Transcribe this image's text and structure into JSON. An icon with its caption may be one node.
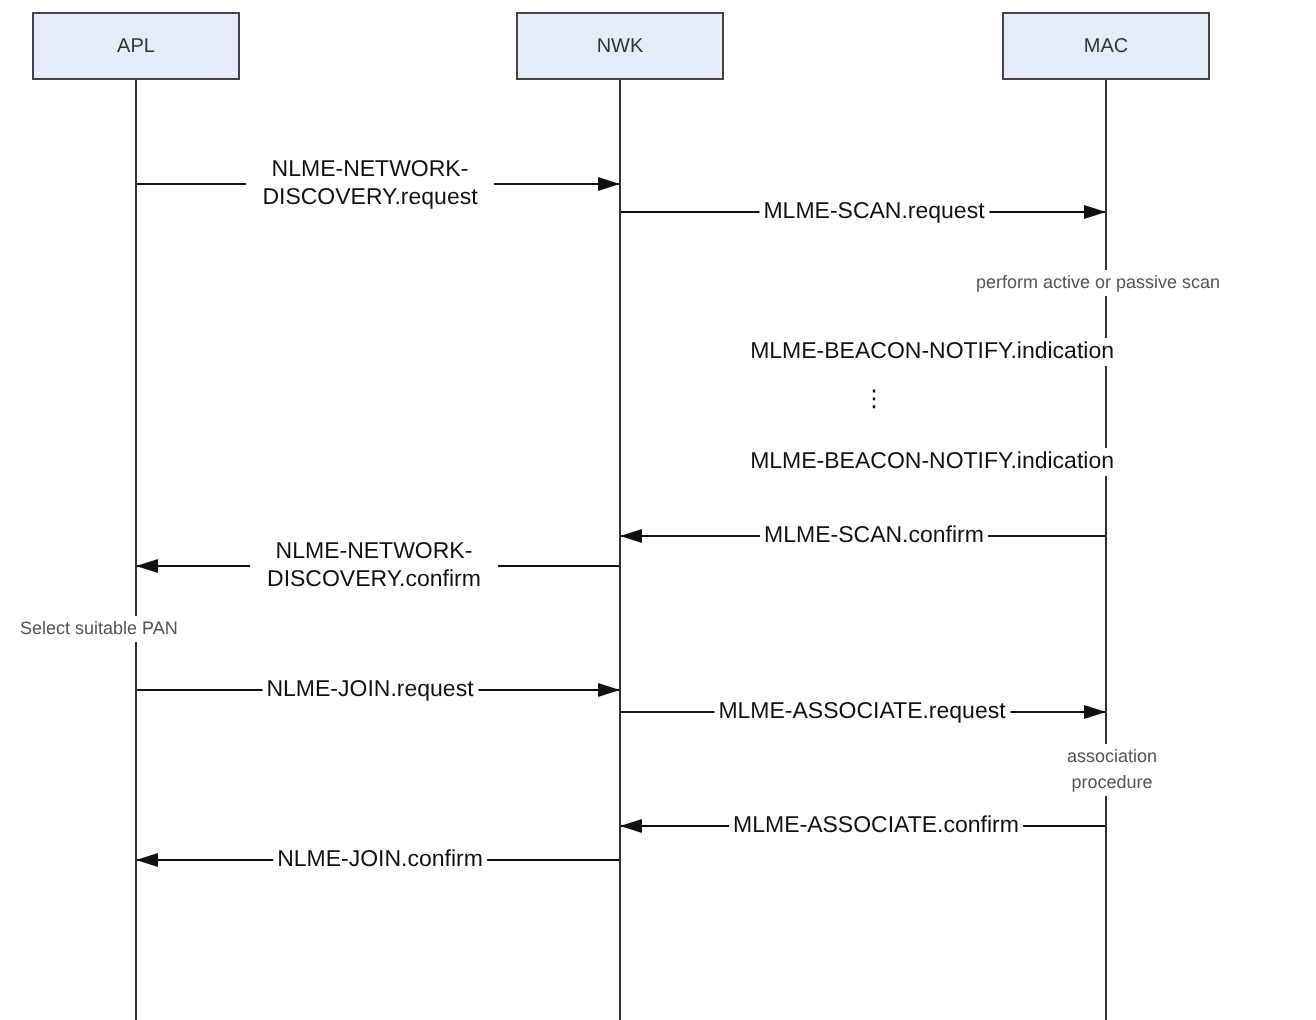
{
  "diagram": {
    "nodes": [
      {
        "text": [
          "APL"
        ]
      },
      {
        "text": [
          "NWK"
        ]
      },
      {
        "text": [
          "MAC"
        ]
      }
    ],
    "edges": [
      {
        "from": 0,
        "to": 1,
        "arrow": "to",
        "label": "NLME-NETWORK-DISCOVERY.request"
      },
      {
        "from": 1,
        "to": 2,
        "arrow": "to",
        "label": "MLME-SCAN.request"
      },
      {
        "from": 2,
        "to": 1,
        "arrow": "to",
        "label": "MLME-SCAN.confirm"
      },
      {
        "from": 1,
        "to": 0,
        "arrow": "to",
        "label": "NLME-NETWORK-DISCOVERY.confirm"
      },
      {
        "from": 0,
        "to": 1,
        "arrow": "to",
        "label": "NLME-JOIN.request"
      },
      {
        "from": 1,
        "to": 2,
        "arrow": "to",
        "label": "MLME-ASSOCIATE.request"
      },
      {
        "from": 2,
        "to": 1,
        "arrow": "to",
        "label": "MLME-ASSOCIATE.confirm"
      },
      {
        "from": 1,
        "to": 0,
        "arrow": "to",
        "label": "NLME-JOIN.confirm"
      }
    ],
    "labels": [
      "perform active or passive scan",
      "MLME-BEACON-NOTIFY.indication",
      "⋮",
      "MLME-BEACON-NOTIFY.indication",
      "Select suitable PAN",
      "association procedure"
    ]
  }
}
